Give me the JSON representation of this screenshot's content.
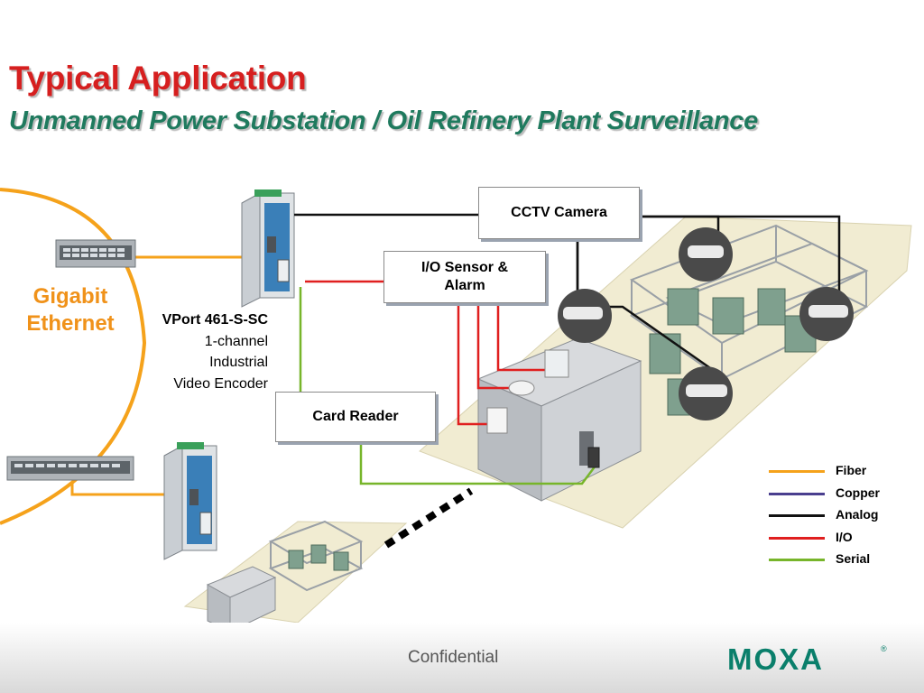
{
  "header": {
    "title": "Typical Application",
    "subtitle": "Unmanned Power Substation / Oil Refinery Plant Surveillance"
  },
  "network": {
    "label_line1": "Gigabit",
    "label_line2": "Ethernet"
  },
  "device": {
    "name": "VPort 461-S-SC",
    "desc1": "1-channel",
    "desc2": "Industrial",
    "desc3": "Video Encoder"
  },
  "boxes": {
    "cctv": "CCTV Camera",
    "io_line1": "I/O Sensor &",
    "io_line2": "Alarm",
    "card": "Card Reader"
  },
  "legend": [
    {
      "label": "Fiber",
      "color": "#f5a21b"
    },
    {
      "label": "Copper",
      "color": "#4a3f8f"
    },
    {
      "label": "Analog",
      "color": "#111111"
    },
    {
      "label": "I/O",
      "color": "#e01f1f"
    },
    {
      "label": "Serial",
      "color": "#77b52a"
    }
  ],
  "footer": {
    "confidential": "Confidential",
    "brand": "MOXA",
    "reg_mark": "®"
  }
}
